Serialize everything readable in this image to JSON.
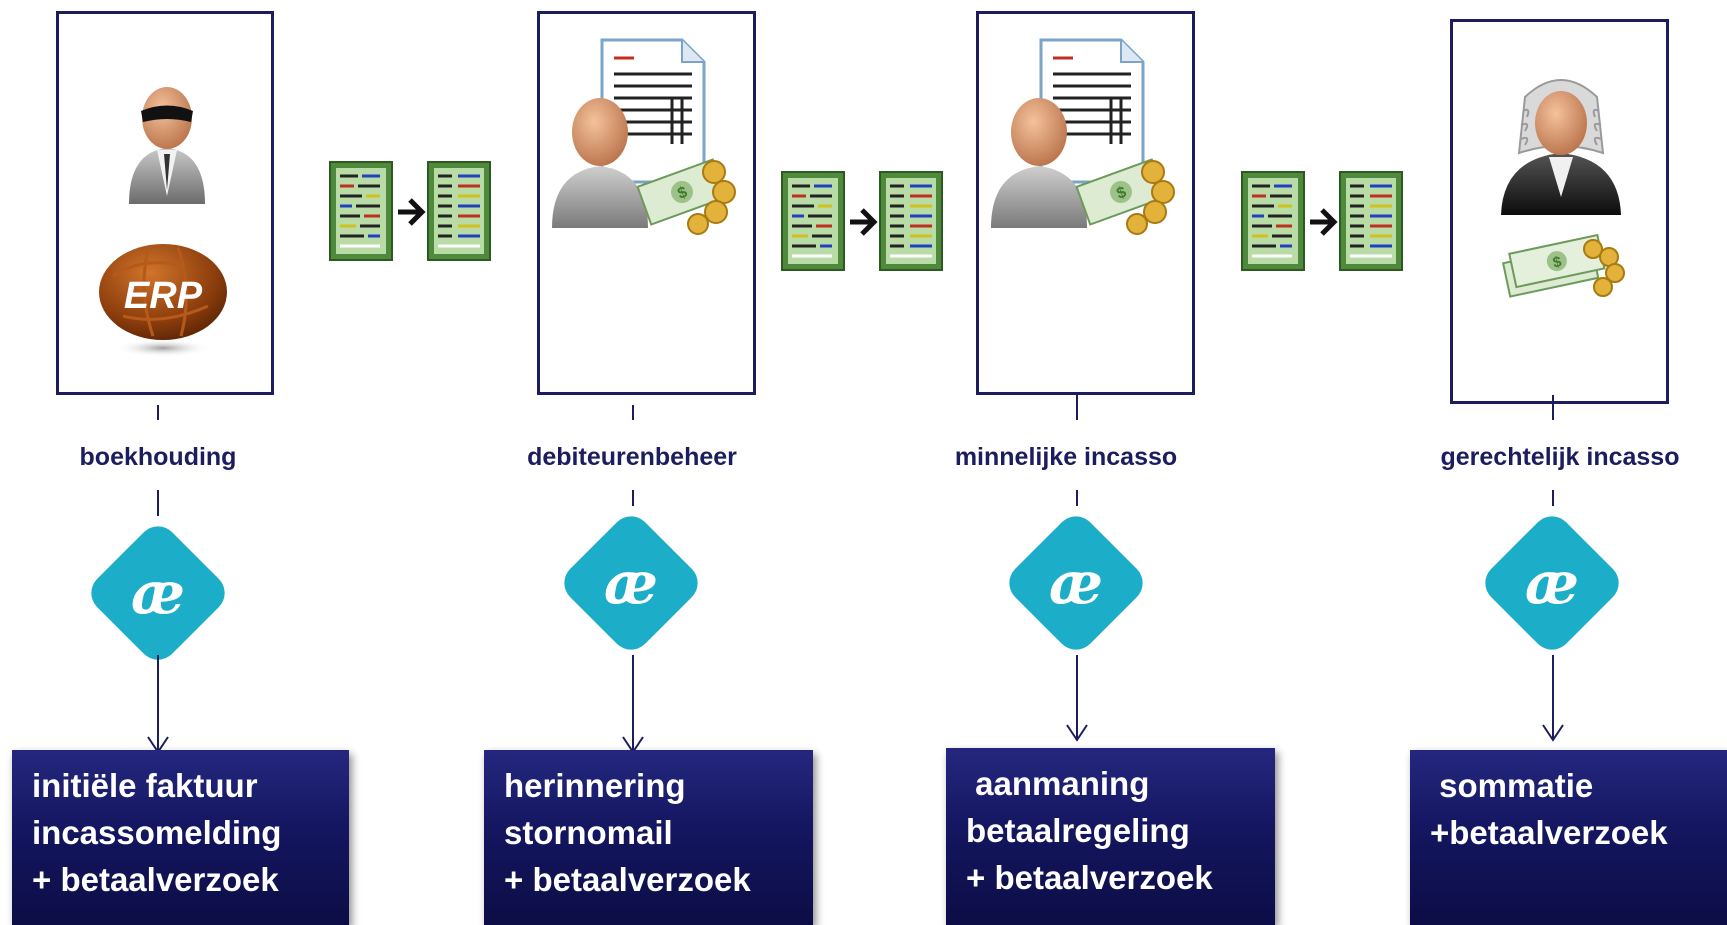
{
  "colors": {
    "navy": "#1b1d5e",
    "box_fill": "#141660",
    "logo": "#1cadc9",
    "sheet_green": "#4f8a3c"
  },
  "logo_glyph": "æ",
  "stages": [
    {
      "label": "boekhouding",
      "icons": [
        "business-person-icon",
        "erp-system-icon"
      ],
      "erp_text": "ERP",
      "outputs": [
        "initiële faktuur",
        "incassomelding",
        "+ betaalverzoek"
      ]
    },
    {
      "label": "debiteurenbeheer",
      "icons": [
        "person-with-invoice-icon",
        "money-icon"
      ],
      "outputs": [
        "herinnering",
        "stornomail",
        "+ betaalverzoek"
      ]
    },
    {
      "label": "minnelijke incasso",
      "icons": [
        "person-with-invoice-icon",
        "money-icon"
      ],
      "outputs": [
        " aanmaning",
        "betaalregeling",
        "+ betaalverzoek"
      ]
    },
    {
      "label": "gerechtelijk incasso",
      "icons": [
        "judge-icon",
        "money-icon"
      ],
      "outputs": [
        " sommatie",
        "+betaalverzoek"
      ]
    }
  ],
  "transitions": [
    {
      "icon": "data-transform-icon"
    },
    {
      "icon": "data-transform-icon"
    },
    {
      "icon": "data-transform-icon"
    }
  ]
}
